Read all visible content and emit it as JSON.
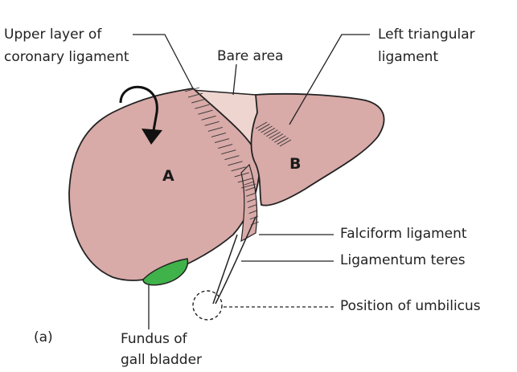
{
  "figure_label": "(a)",
  "regions": {
    "a": "A",
    "b": "B"
  },
  "labels": {
    "upper_layer_line1": "Upper layer of",
    "upper_layer_line2": "coronary ligament",
    "bare_area": "Bare area",
    "left_triangular_line1": "Left triangular",
    "left_triangular_line2": "ligament",
    "falciform": "Falciform ligament",
    "ligamentum_teres": "Ligamentum teres",
    "umbilicus": "Position of umbilicus",
    "fundus_line1": "Fundus of",
    "fundus_line2": "gall bladder"
  },
  "colors": {
    "liver": "#d8aaa8",
    "bare_area": "#efd5d0",
    "gall_bladder": "#3fb24a",
    "outline": "#222222"
  }
}
